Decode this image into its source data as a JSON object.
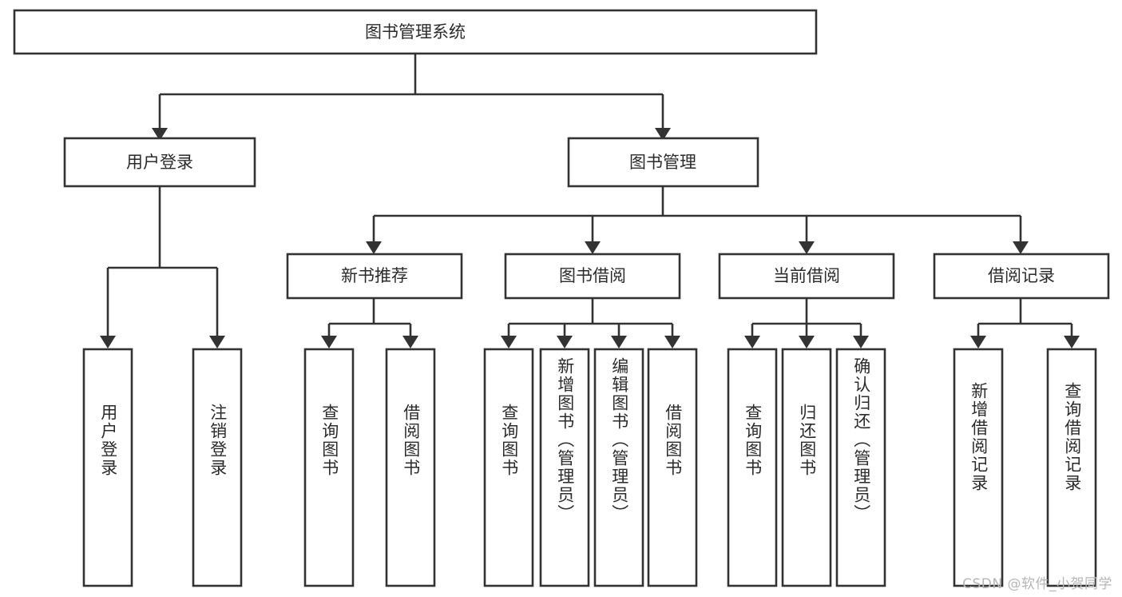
{
  "diagram": {
    "title": "图书管理系统",
    "watermark": "CSDN @软件_小贺同学",
    "colors": {
      "stroke": "#333333",
      "fill": "#ffffff",
      "text": "#2b2b2b",
      "watermark": "#b6b6b6"
    },
    "root": {
      "label": "图书管理系统"
    },
    "level2": [
      {
        "label": "用户登录"
      },
      {
        "label": "图书管理"
      }
    ],
    "level3": [
      {
        "label": "新书推荐"
      },
      {
        "label": "图书借阅"
      },
      {
        "label": "当前借阅"
      },
      {
        "label": "借阅记录"
      }
    ],
    "leaves": {
      "user_login": [
        {
          "label": "用户登录"
        },
        {
          "label": "注销登录"
        }
      ],
      "new_book": [
        {
          "label": "查询图书"
        },
        {
          "label": "借阅图书"
        }
      ],
      "book_borrow": [
        {
          "label": "查询图书"
        },
        {
          "label": "新增图书（管理员）"
        },
        {
          "label": "编辑图书（管理员）"
        },
        {
          "label": "借阅图书"
        }
      ],
      "current_borrow": [
        {
          "label": "查询图书"
        },
        {
          "label": "归还图书"
        },
        {
          "label": "确认归还（管理员）"
        }
      ],
      "borrow_record": [
        {
          "label": "新增借阅记录"
        },
        {
          "label": "查询借阅记录"
        }
      ]
    }
  },
  "chart_data": {
    "type": "tree-diagram",
    "title": "图书管理系统",
    "nodes": [
      {
        "id": "root",
        "label": "图书管理系统",
        "level": 0,
        "parent": null
      },
      {
        "id": "n-user-login",
        "label": "用户登录",
        "level": 1,
        "parent": "root"
      },
      {
        "id": "n-book-manage",
        "label": "图书管理",
        "level": 1,
        "parent": "root"
      },
      {
        "id": "n-new-book",
        "label": "新书推荐",
        "level": 2,
        "parent": "n-book-manage"
      },
      {
        "id": "n-book-borrow",
        "label": "图书借阅",
        "level": 2,
        "parent": "n-book-manage"
      },
      {
        "id": "n-current-borrow",
        "label": "当前借阅",
        "level": 2,
        "parent": "n-book-manage"
      },
      {
        "id": "n-borrow-record",
        "label": "借阅记录",
        "level": 2,
        "parent": "n-book-manage"
      },
      {
        "id": "l-user-login",
        "label": "用户登录",
        "level": 2,
        "parent": "n-user-login"
      },
      {
        "id": "l-logout",
        "label": "注销登录",
        "level": 2,
        "parent": "n-user-login"
      },
      {
        "id": "l-nb-query",
        "label": "查询图书",
        "level": 3,
        "parent": "n-new-book"
      },
      {
        "id": "l-nb-borrow",
        "label": "借阅图书",
        "level": 3,
        "parent": "n-new-book"
      },
      {
        "id": "l-bb-query",
        "label": "查询图书",
        "level": 3,
        "parent": "n-book-borrow"
      },
      {
        "id": "l-bb-add",
        "label": "新增图书（管理员）",
        "level": 3,
        "parent": "n-book-borrow"
      },
      {
        "id": "l-bb-edit",
        "label": "编辑图书（管理员）",
        "level": 3,
        "parent": "n-book-borrow"
      },
      {
        "id": "l-bb-borrow",
        "label": "借阅图书",
        "level": 3,
        "parent": "n-book-borrow"
      },
      {
        "id": "l-cb-query",
        "label": "查询图书",
        "level": 3,
        "parent": "n-current-borrow"
      },
      {
        "id": "l-cb-return",
        "label": "归还图书",
        "level": 3,
        "parent": "n-current-borrow"
      },
      {
        "id": "l-cb-confirm",
        "label": "确认归还（管理员）",
        "level": 3,
        "parent": "n-current-borrow"
      },
      {
        "id": "l-br-add",
        "label": "新增借阅记录",
        "level": 3,
        "parent": "n-borrow-record"
      },
      {
        "id": "l-br-query",
        "label": "查询借阅记录",
        "level": 3,
        "parent": "n-borrow-record"
      }
    ]
  }
}
